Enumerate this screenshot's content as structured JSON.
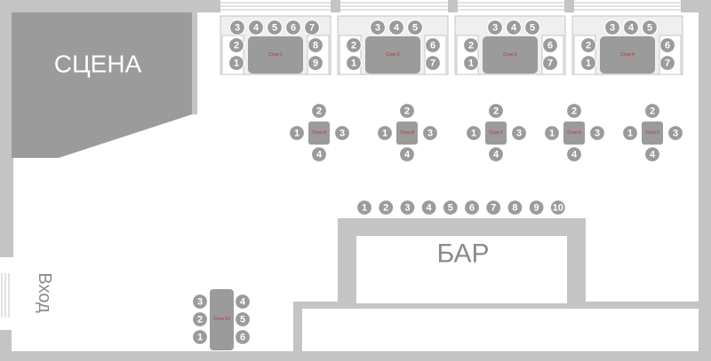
{
  "stage_label": "СЦЕНА",
  "bar_label": "БАР",
  "entrance_label": "Вход",
  "bar_seats": [
    "1",
    "2",
    "3",
    "4",
    "5",
    "6",
    "7",
    "8",
    "9",
    "10"
  ],
  "window_tables": [
    {
      "label": "Стол 1",
      "top": [
        "3",
        "4",
        "5",
        "6",
        "7"
      ],
      "left": [
        "2",
        "1"
      ],
      "right": [
        "8",
        "9"
      ]
    },
    {
      "label": "Стол 2",
      "top": [
        "3",
        "4",
        "5"
      ],
      "left": [
        "2",
        "1"
      ],
      "right": [
        "6",
        "7"
      ]
    },
    {
      "label": "Стол 3",
      "top": [
        "3",
        "4",
        "5"
      ],
      "left": [
        "2",
        "1"
      ],
      "right": [
        "6",
        "7"
      ]
    },
    {
      "label": "Стол 4",
      "top": [
        "3",
        "4",
        "5"
      ],
      "left": [
        "2",
        "1"
      ],
      "right": [
        "6",
        "7"
      ]
    }
  ],
  "square_tables": [
    {
      "label": "Стол 9",
      "seats": [
        "2",
        "1",
        "3",
        "4"
      ]
    },
    {
      "label": "Стол 8",
      "seats": [
        "2",
        "1",
        "3",
        "4"
      ]
    },
    {
      "label": "Стол 7",
      "seats": [
        "2",
        "1",
        "3",
        "4"
      ]
    },
    {
      "label": "Стол 6",
      "seats": [
        "2",
        "1",
        "3",
        "4"
      ]
    },
    {
      "label": "Стол 5",
      "seats": [
        "2",
        "1",
        "3",
        "4"
      ]
    }
  ],
  "long_table": {
    "label": "Стол 10",
    "left": [
      "3",
      "2",
      "1"
    ],
    "right": [
      "4",
      "5",
      "6"
    ]
  }
}
